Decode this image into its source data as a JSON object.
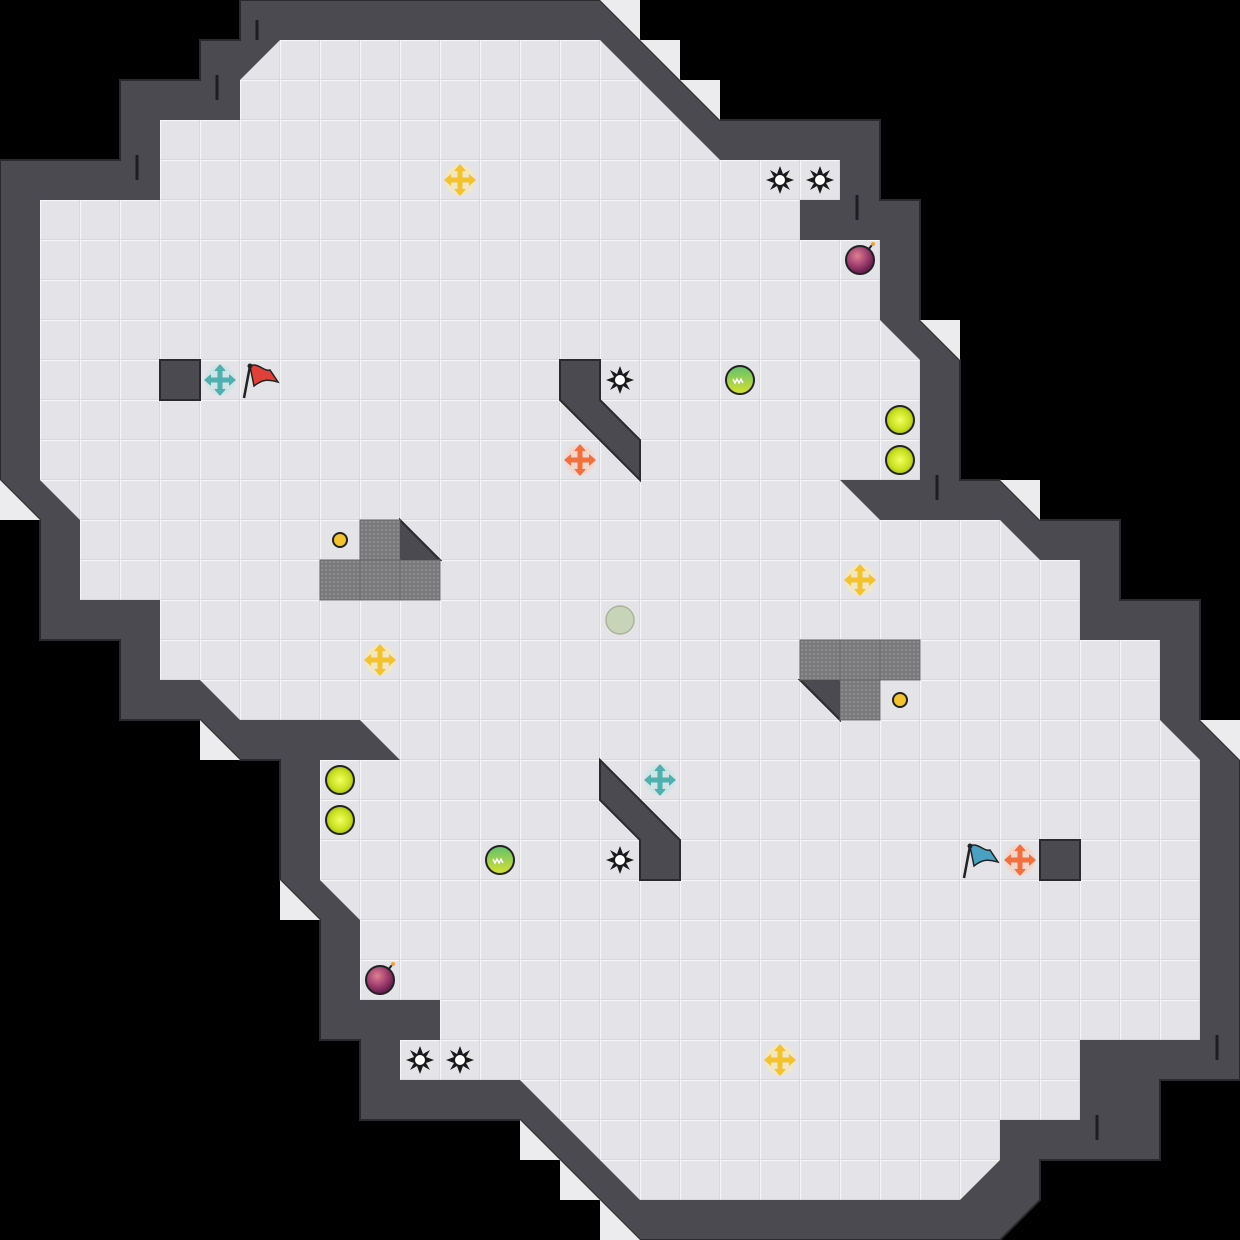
{
  "map": {
    "kind": "capture-the-flag arena",
    "grid_tiles": 31,
    "colors": {
      "background": "#000000",
      "floor": "#e4e4e8",
      "floor_line": "#f6f6f8",
      "wall": "#4a4a50",
      "wall_edge": "#2a2a2e",
      "outside_floor": "#ececee",
      "gate": "#8a8a8c",
      "spike": "#1a1a1a",
      "boost_neutral": "#f2c230",
      "boost_red": "#f07040",
      "boost_blue": "#50b0b0",
      "powerup": "#c8e020",
      "bomb": "#a04070",
      "portal": "#40b060",
      "red_flag": "#e04038",
      "blue_flag": "#4aa0c0",
      "center_spawn": "#c8d4b8"
    },
    "flags": [
      {
        "team": "red",
        "icon": "red-flag-icon"
      },
      {
        "team": "blue",
        "icon": "blue-flag-icon"
      }
    ],
    "counts": {
      "spikes": 6,
      "neutral_boosts": 4,
      "team_boosts": 4,
      "powerups": 4,
      "bombs": 2,
      "portals": 2,
      "buttons": 2,
      "gate_tiles": 8
    }
  }
}
